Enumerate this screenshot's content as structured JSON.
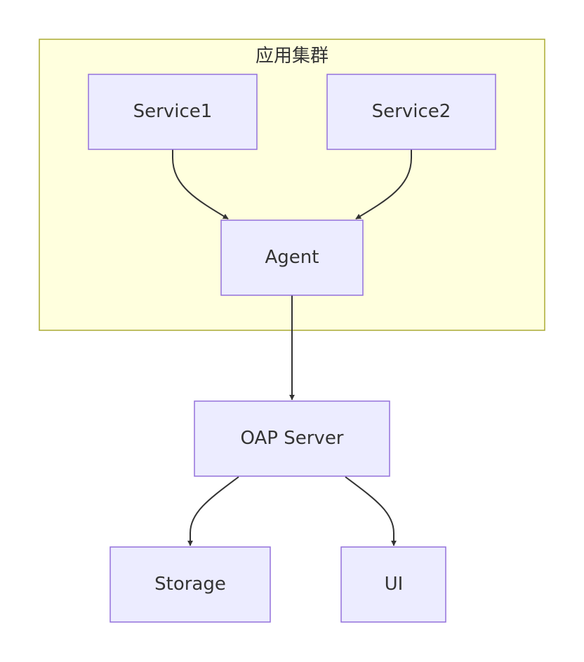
{
  "diagram": {
    "cluster": {
      "title": "应用集群"
    },
    "nodes": {
      "service1": "Service1",
      "service2": "Service2",
      "agent": "Agent",
      "oap": "OAP Server",
      "storage": "Storage",
      "ui": "UI"
    },
    "edges": [
      {
        "from": "Service1",
        "to": "Agent"
      },
      {
        "from": "Service2",
        "to": "Agent"
      },
      {
        "from": "Agent",
        "to": "OAP Server"
      },
      {
        "from": "OAP Server",
        "to": "Storage"
      },
      {
        "from": "OAP Server",
        "to": "UI"
      }
    ],
    "colors": {
      "node_fill": "#ECECFF",
      "node_stroke": "#9370DB",
      "cluster_fill": "#ffffde",
      "cluster_stroke": "#aaaa33",
      "edge": "#333333",
      "text": "#333333"
    }
  }
}
